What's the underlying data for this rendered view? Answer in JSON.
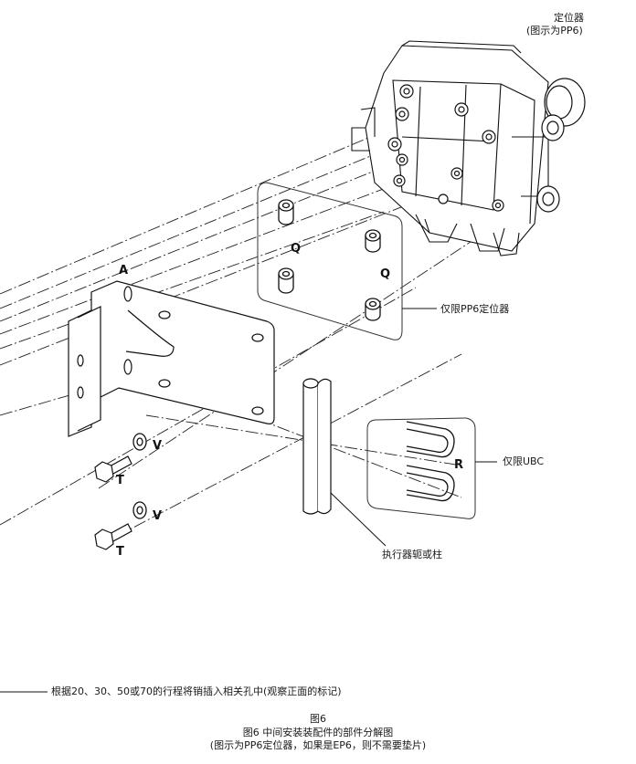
{
  "positioner": {
    "name": "定位器",
    "note": "(图示为PP6)"
  },
  "callouts": {
    "pp6_only": "仅限PP6定位器",
    "ubc_only": "仅限UBC",
    "yoke": "执行器轭或柱",
    "stroke_note": "根据20、30、50或70的行程将销插入相关孔中(观察正面的标记)"
  },
  "part_letters": {
    "A": "A",
    "Q": "Q",
    "R": "R",
    "T": "T",
    "V": "V"
  },
  "caption": {
    "fig": "图6",
    "title": "图6 中间安装装配件的部件分解图",
    "note": "(图示为PP6定位器，如果是EP6，则不需要垫片)"
  }
}
